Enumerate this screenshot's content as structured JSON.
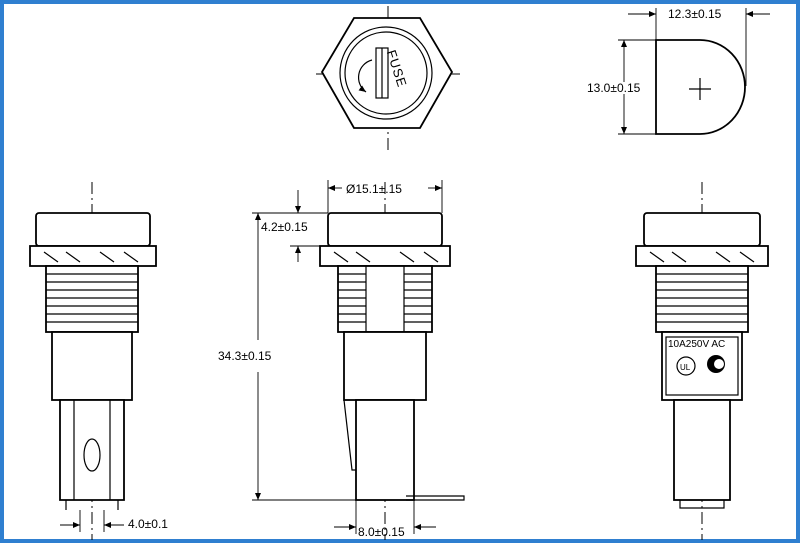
{
  "dimensions": {
    "cap_width": "12.3±0.15",
    "cap_height": "13.0±0.15",
    "body_diameter": "Ø15.1±.15",
    "cap_thickness": "4.2±0.15",
    "overall_length": "34.3±0.15",
    "terminal_width": "4.0±0.1",
    "terminal_pitch": "8.0±0.15"
  },
  "cap_marking": "FUSE",
  "rating_label": "10A250V AC",
  "colors": {
    "frame": "#2f7fd0",
    "line": "#000000",
    "background": "#ffffff"
  },
  "icons": [
    "ul-mark-icon",
    "csa-mark-icon",
    "rotation-arrow-icon"
  ]
}
